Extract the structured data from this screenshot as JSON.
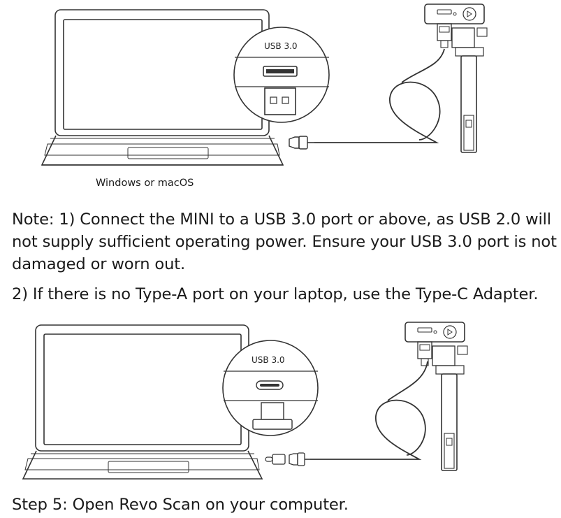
{
  "figure1": {
    "zoom_label": "USB 3.0",
    "caption": "Windows or macOS"
  },
  "note": {
    "line1": "Note: 1) Connect the MINI to a USB 3.0 port or above, as USB 2.0 will not supply sufficient operating power. Ensure your USB 3.0 port is not damaged or worn out.",
    "line2": "2) If there is no Type-A port on your laptop, use the Type-C Adapter."
  },
  "figure2": {
    "zoom_label": "USB 3.0"
  },
  "step5": "Step 5: Open Revo Scan on your computer."
}
